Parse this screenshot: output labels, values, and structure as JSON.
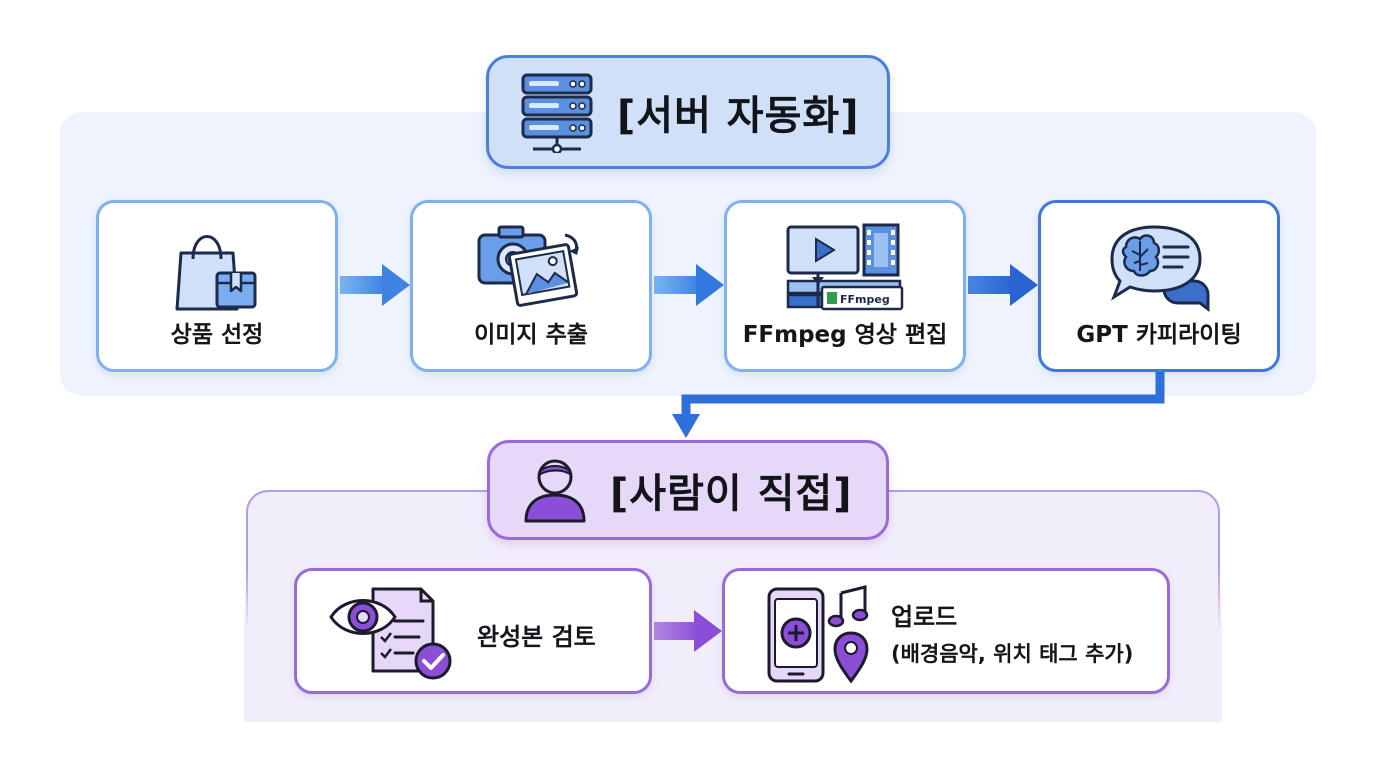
{
  "server_section": {
    "title": "[서버 자동화]",
    "steps": [
      {
        "label": "상품 선정",
        "icon": "shopping-bag-box-icon"
      },
      {
        "label": "이미지 추출",
        "icon": "camera-image-icon"
      },
      {
        "label": "FFmpeg 영상 편집",
        "icon": "video-timeline-icon",
        "badge": "FFmpeg"
      },
      {
        "label": "GPT 카피라이팅",
        "icon": "brain-chat-icon"
      }
    ]
  },
  "human_section": {
    "title": "[사람이 직접]",
    "steps": [
      {
        "label": "완성본 검토",
        "icon": "eye-checklist-icon"
      },
      {
        "label": "업로드",
        "sublabel": "(배경음악, 위치 태그 추가)",
        "icon": "phone-music-location-icon"
      }
    ]
  },
  "colors": {
    "server_accent": "#4a80dc",
    "server_panel": "#eef3fd",
    "human_accent": "#9a6ad8",
    "human_panel": "#f2edfb"
  }
}
